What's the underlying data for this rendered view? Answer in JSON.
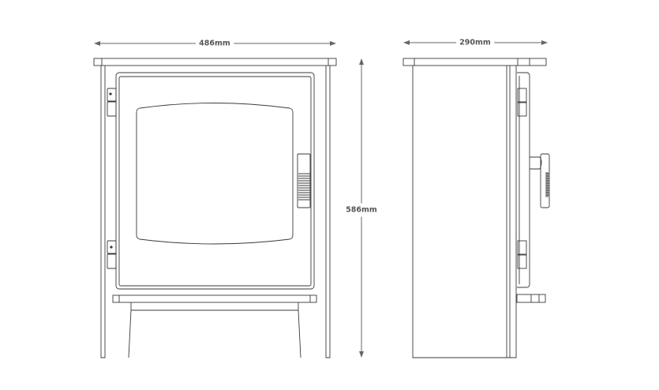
{
  "title": "Stove dimension drawing",
  "dimensions": {
    "width": "486mm",
    "depth": "290mm",
    "height": "586mm"
  },
  "views": [
    "front-view",
    "side-view"
  ],
  "colors": {
    "line": "#3a3a3a",
    "dimension": "#666666"
  }
}
